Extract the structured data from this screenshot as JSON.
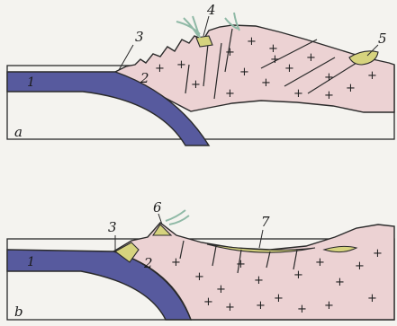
{
  "colors": {
    "background": "#f4f3ef",
    "slab": "#575a9e",
    "wedge": "#ecd2d3",
    "sediment": "#d6d37e",
    "outline": "#2a2a2a",
    "vegetation": "#8fb9a6"
  },
  "panel_a": {
    "panel_label": "a",
    "labels": [
      "1",
      "2",
      "3",
      "4",
      "5"
    ]
  },
  "panel_b": {
    "panel_label": "b",
    "labels": [
      "1",
      "2",
      "3",
      "6",
      "7"
    ]
  }
}
